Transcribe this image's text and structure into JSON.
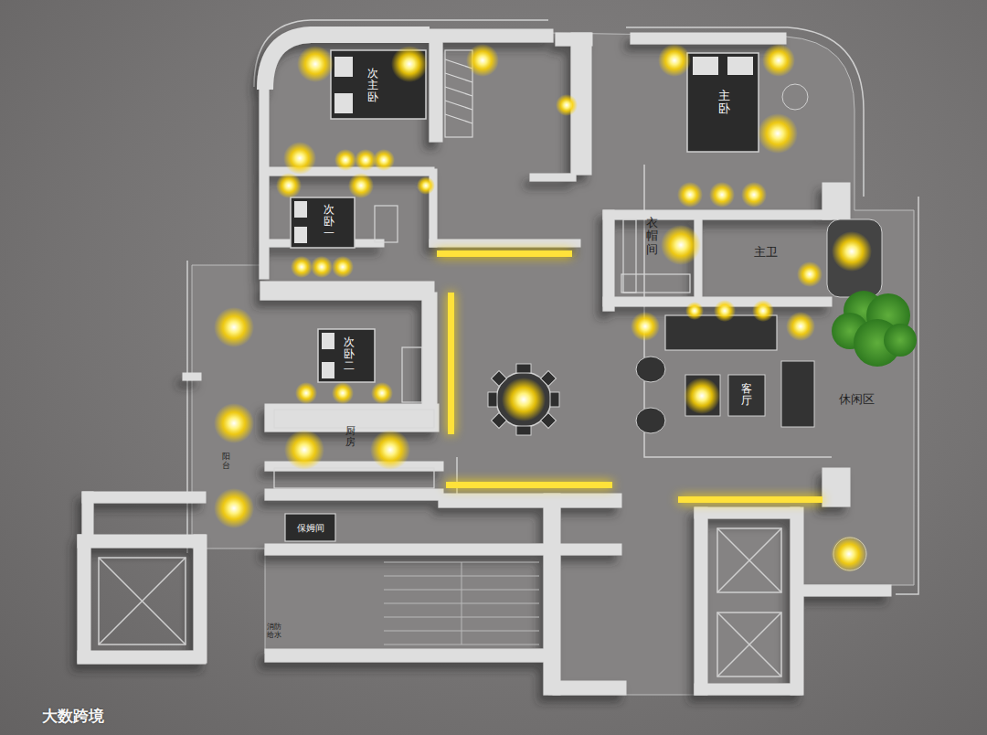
{
  "diagram": {
    "labels": [
      "次主卧",
      "主卧",
      "次卧一",
      "衣帽间",
      "主卫",
      "次卧二",
      "客厅",
      "休闲区",
      "厨房",
      "保姆间",
      "阳台",
      "消防给水",
      "大数跨境"
    ]
  }
}
